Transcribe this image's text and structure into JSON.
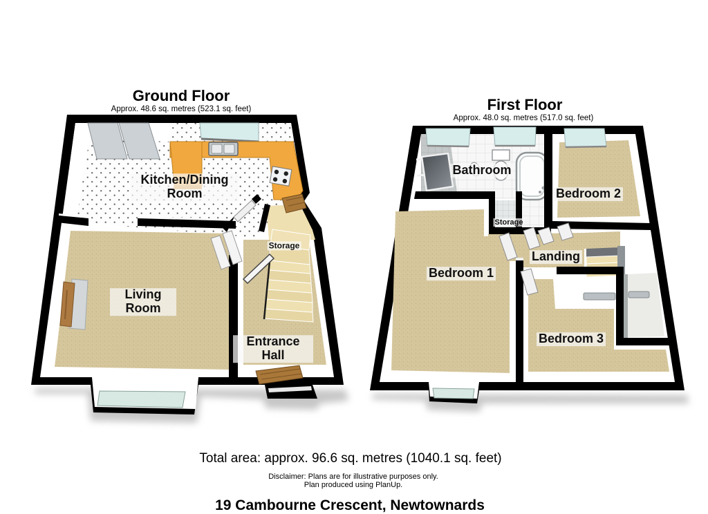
{
  "ground_floor": {
    "title": "Ground Floor",
    "area": "Approx. 48.6 sq. metres (523.1 sq. feet)",
    "rooms": {
      "kitchen": "Kitchen/Dining Room",
      "living": "Living Room",
      "storage": "Storage",
      "entrance": "Entrance Hall"
    }
  },
  "first_floor": {
    "title": "First Floor",
    "area": "Approx. 48.0 sq. metres (517.0 sq. feet)",
    "rooms": {
      "bathroom": "Bathroom",
      "bedroom2": "Bedroom 2",
      "storage": "Storage",
      "landing": "Landing",
      "bedroom1": "Bedroom 1",
      "bedroom3": "Bedroom 3"
    }
  },
  "footer": {
    "total_area": "Total area: approx. 96.6 sq. metres (1040.1 sq. feet)",
    "disclaimer": "Disclaimer: Plans are for illustrative purposes only.",
    "produced": "Plan produced using PlanUp.",
    "address": "19 Cambourne Crescent, Newtownards"
  },
  "colors": {
    "wall": "#000000",
    "carpet": "#d5c69c",
    "stairs": "#ecdcab",
    "counter": "#f1a83e",
    "glass": "#d6edec",
    "door_wood": "#a97839"
  }
}
